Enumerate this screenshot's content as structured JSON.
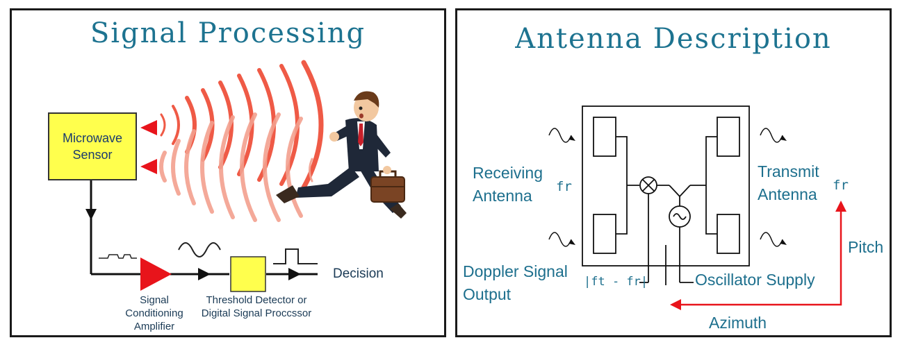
{
  "left_panel": {
    "title": "Signal Processing",
    "sensor_label": "Microwave\nSensor",
    "amplifier_label": "Signal\nConditioning\nAmplifier",
    "detector_label": "Threshold Detector or\nDigital Signal Proccssor",
    "decision_label": "Decision"
  },
  "right_panel": {
    "title": "Antenna Description",
    "receiving_label": "Receiving\nAntenna",
    "receiving_freq": "fr",
    "transmit_label": "Transmit\nAntenna",
    "transmit_freq": "fr",
    "doppler_label": "Doppler Signal\nOutput",
    "doppler_formula": "|ft - fr|",
    "oscillator_label": "Oscillator Supply",
    "pitch_label": "Pitch",
    "azimuth_label": "Azimuth"
  },
  "colors": {
    "title": "#1d7390",
    "label": "#1d6f8d",
    "arrow_red": "#e8141b",
    "sensor_yellow": "#ffff4d",
    "wave_red": "#ef5a46"
  }
}
